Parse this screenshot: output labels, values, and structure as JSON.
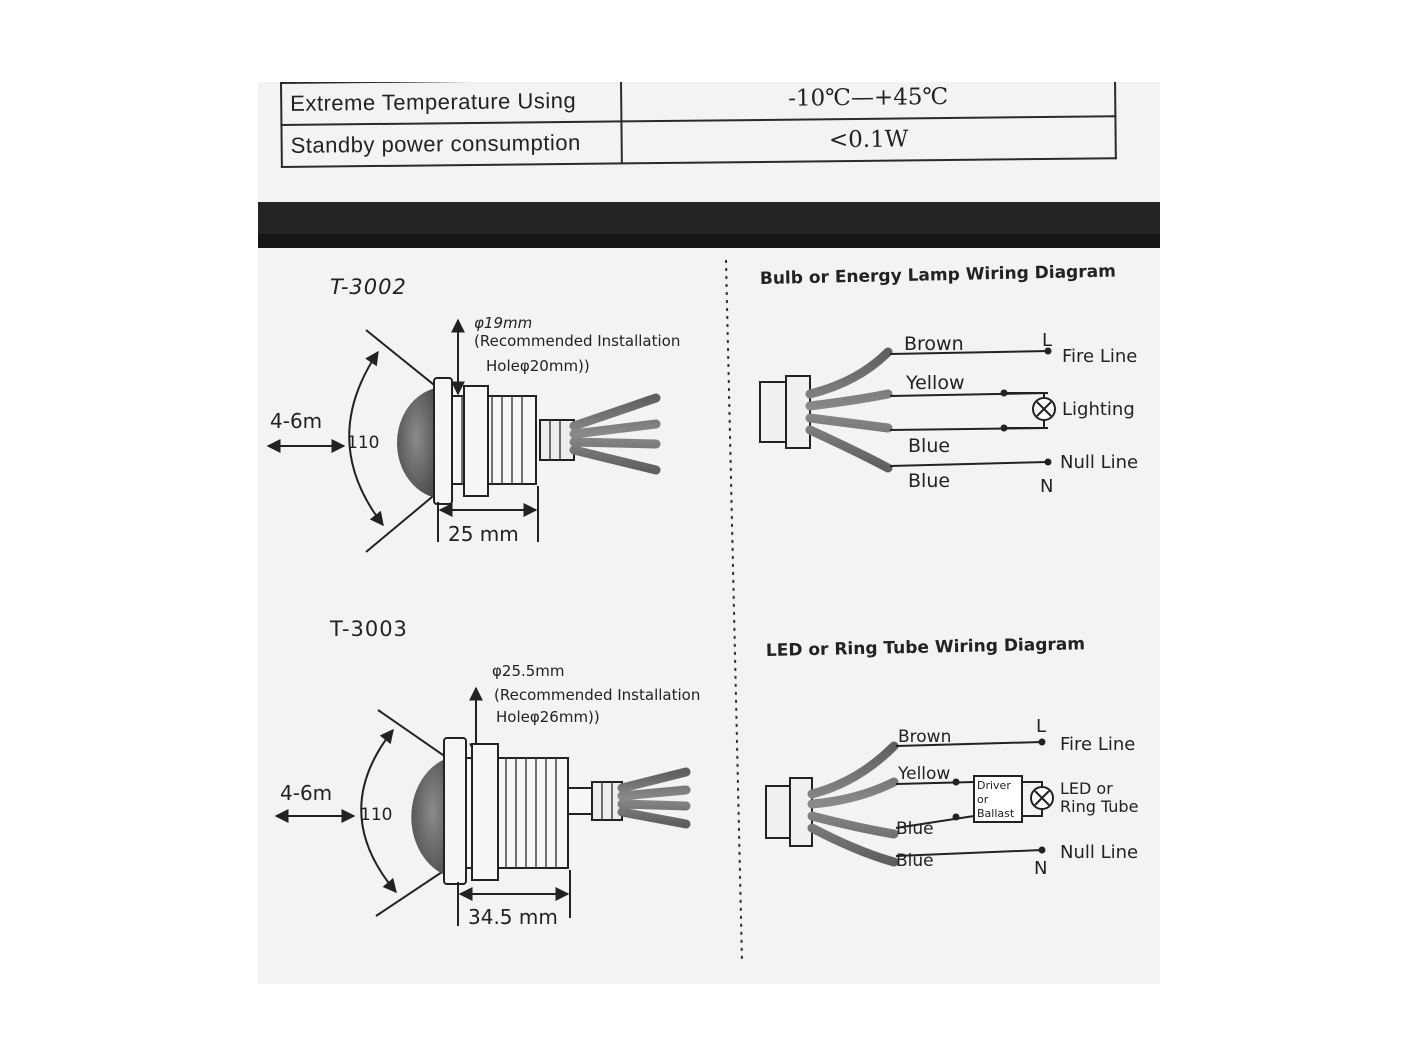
{
  "spec_table": {
    "rows": [
      {
        "label": "Extreme Temperature Using",
        "value": "-10℃—+45℃"
      },
      {
        "label": "Standby power consumption",
        "value": "<0.1W"
      }
    ]
  },
  "models": [
    {
      "name": "T-3002",
      "hole": "φ19mm",
      "note_line1": "(Recommended Installation",
      "note_line2": "Holeφ20mm))",
      "range": "4-6m",
      "angle": "110",
      "length": "25 mm"
    },
    {
      "name": "T-3003",
      "hole": "φ25.5mm",
      "note_line1": "(Recommended Installation",
      "note_line2": "Holeφ26mm))",
      "range": "4-6m",
      "angle": "110",
      "length": "34.5 mm"
    }
  ],
  "wiring": [
    {
      "title": "Bulb or Energy Lamp Wiring Diagram",
      "wires": [
        "Brown",
        "Yellow",
        "Blue",
        "Blue"
      ],
      "terminal_l": "L",
      "terminal_n": "N",
      "fire_line": "Fire Line",
      "load": "Lighting",
      "null_line": "Null Line"
    },
    {
      "title": "LED or Ring Tube Wiring Diagram",
      "wires": [
        "Brown",
        "Yellow",
        "Blue",
        "Blue"
      ],
      "terminal_l": "L",
      "terminal_n": "N",
      "fire_line": "Fire Line",
      "driver": [
        "Driver",
        "or",
        "Ballast"
      ],
      "load": [
        "LED or",
        "Ring Tube"
      ],
      "null_line": "Null Line"
    }
  ]
}
